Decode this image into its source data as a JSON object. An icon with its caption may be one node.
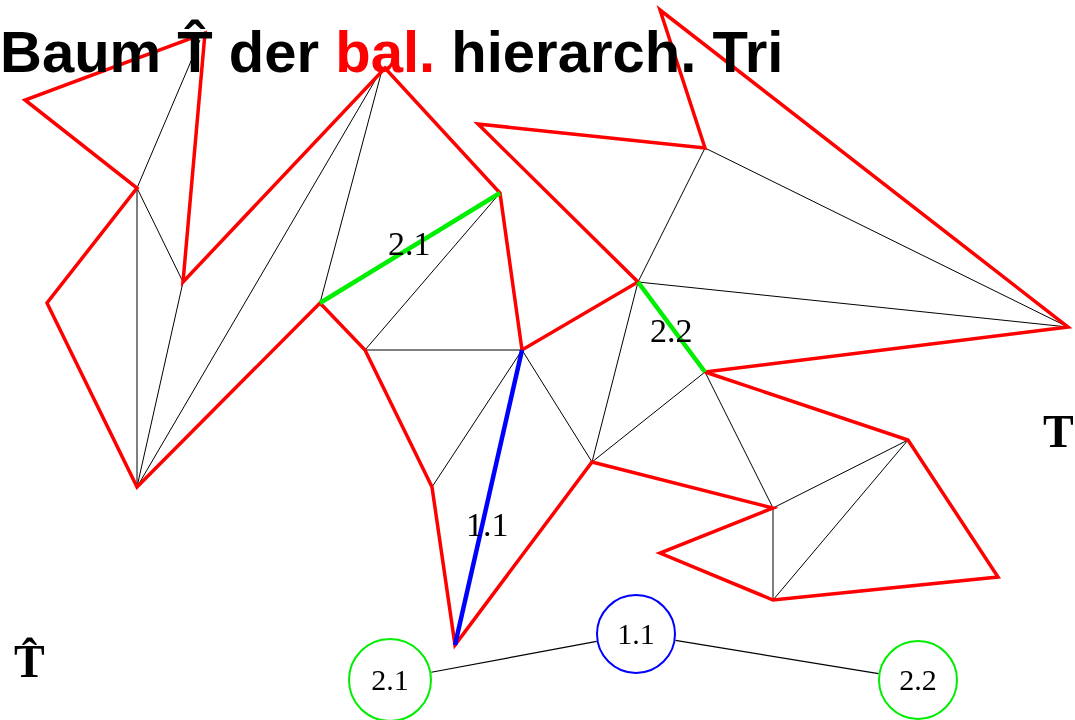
{
  "diagram": {
    "title": "Baum T̂ der bal. hierarch. Tri",
    "nodes": [
      {
        "text": [
          "2.1"
        ]
      },
      {
        "text": [
          "1.1"
        ]
      },
      {
        "text": [
          "2.2"
        ]
      }
    ],
    "edges": [
      {
        "from": 1,
        "to": 0,
        "arrow": "none"
      },
      {
        "from": 1,
        "to": 2,
        "arrow": "none"
      }
    ],
    "labels": [
      "2.1",
      "2.2",
      "1.1",
      "T",
      "T̂"
    ]
  }
}
